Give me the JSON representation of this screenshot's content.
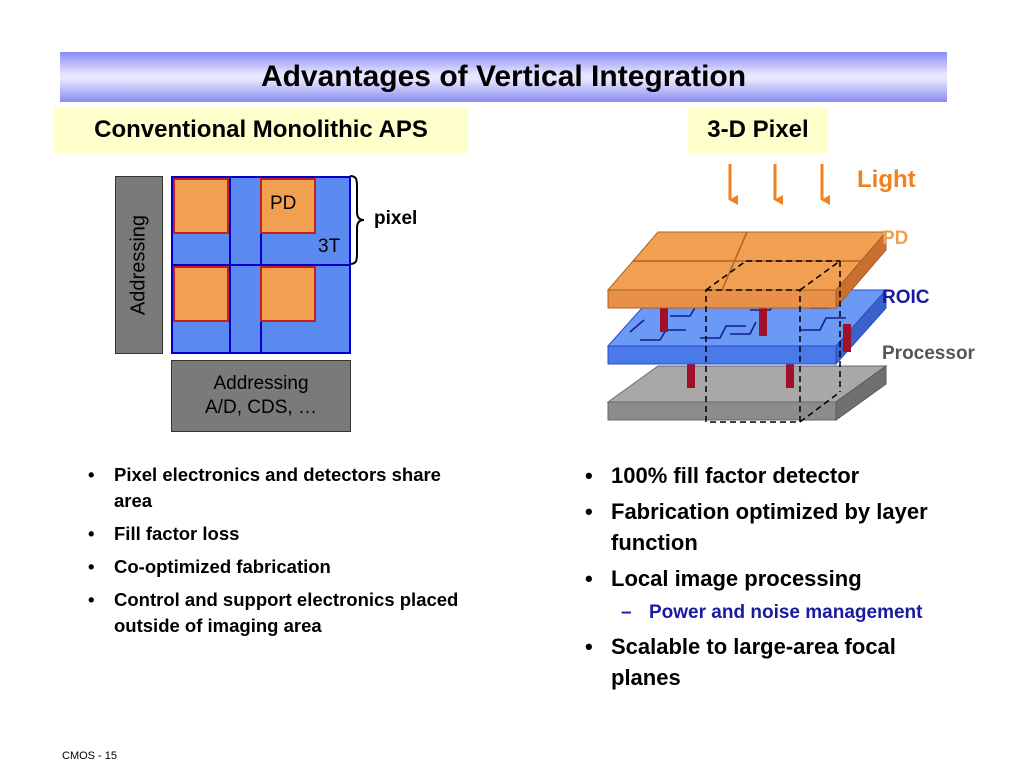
{
  "title": "Advantages of Vertical Integration",
  "left_section": {
    "label": "Conventional Monolithic APS",
    "addressing_vertical": "Addressing",
    "pd_label": "PD",
    "t3_label": "3T",
    "pixel_label": "pixel",
    "addressing_bottom_line1": "Addressing",
    "addressing_bottom_line2": "A/D, CDS, …",
    "bullets": [
      "Pixel electronics and detectors share area",
      "Fill factor loss",
      "Co-optimized fabrication",
      "Control and support electronics placed outside of imaging area"
    ]
  },
  "right_section": {
    "label": "3-D Pixel",
    "light_label": "Light",
    "pd_layer_label": "PD",
    "roic_layer_label": "ROIC",
    "processor_layer_label": "Processor",
    "bullets": [
      "100% fill factor detector",
      "Fabrication optimized by layer function",
      "Local image processing"
    ],
    "sub_bullet": "Power and noise management",
    "last_bullet": "Scalable to large-area focal planes"
  },
  "colors": {
    "light_orange": "#f08020",
    "pd_orange": "#f0a050",
    "roic_blue": "#5b8af0",
    "processor_gray": "#8c8c8c",
    "banner_purple": "#8a8af2",
    "label_yellow": "#ffffcc"
  },
  "footer": "CMOS - 15"
}
